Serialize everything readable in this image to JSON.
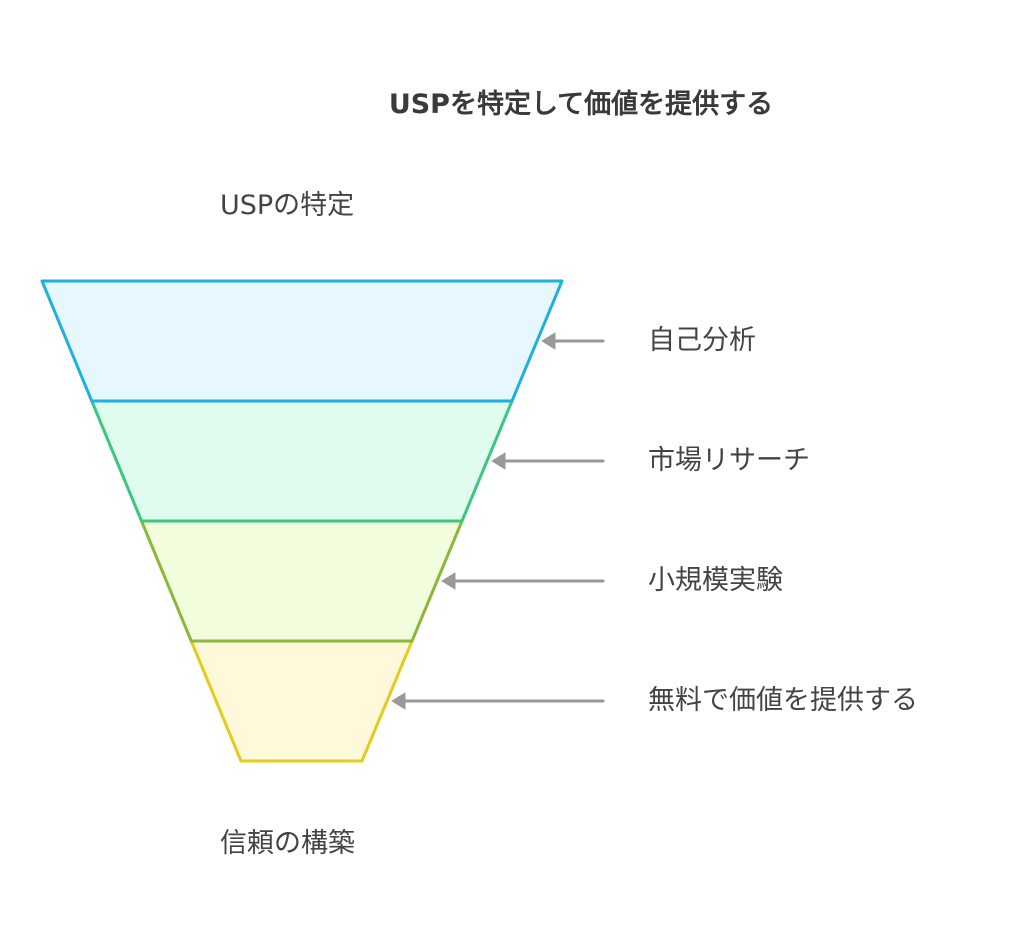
{
  "title": "USPを特定して価値を提供する",
  "top_label": "USPの特定",
  "bottom_label": "信頼の構築",
  "stages": [
    {
      "label": "自己分析",
      "stroke": "#1fb0e0",
      "fill": "#e6f8fe"
    },
    {
      "label": "市場リサーチ",
      "stroke": "#3cc77f",
      "fill": "#e0fcee"
    },
    {
      "label": "小規模実験",
      "stroke": "#8ab83a",
      "fill": "#f1fddc"
    },
    {
      "label": "無料で価値を提供する",
      "stroke": "#e2cc1c",
      "fill": "#fff8da"
    }
  ],
  "arrow_color": "#999999"
}
